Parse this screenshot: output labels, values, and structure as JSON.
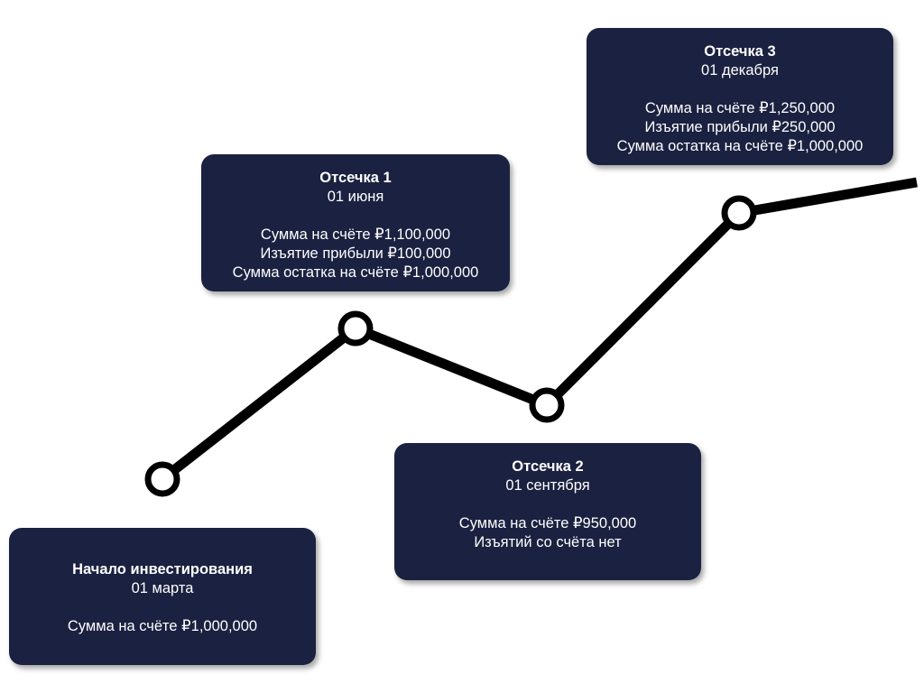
{
  "colors": {
    "card_background": "#1b2140",
    "card_text": "#ffffff",
    "line": "#000000",
    "node_fill": "#ffffff"
  },
  "cards": {
    "start": {
      "title": "Начало инвестирования",
      "date": "01 марта",
      "lines": [
        "Сумма на счёте ₽1,000,000"
      ]
    },
    "cut1": {
      "title": "Отсечка 1",
      "date": "01 июня",
      "lines": [
        "Сумма на счёте ₽1,100,000",
        "Изъятие прибыли ₽100,000",
        "Сумма остатка на счёте ₽1,000,000"
      ]
    },
    "cut2": {
      "title": "Отсечка 2",
      "date": "01 сентября",
      "lines": [
        "Сумма на счёте ₽950,000",
        "Изъятий со счёта нет"
      ]
    },
    "cut3": {
      "title": "Отсечка 3",
      "date": "01 декабря",
      "lines": [
        "Сумма на счёте ₽1,250,000",
        "Изъятие прибыли ₽250,000",
        "Сумма остатка на счёте ₽1,000,000"
      ]
    }
  }
}
